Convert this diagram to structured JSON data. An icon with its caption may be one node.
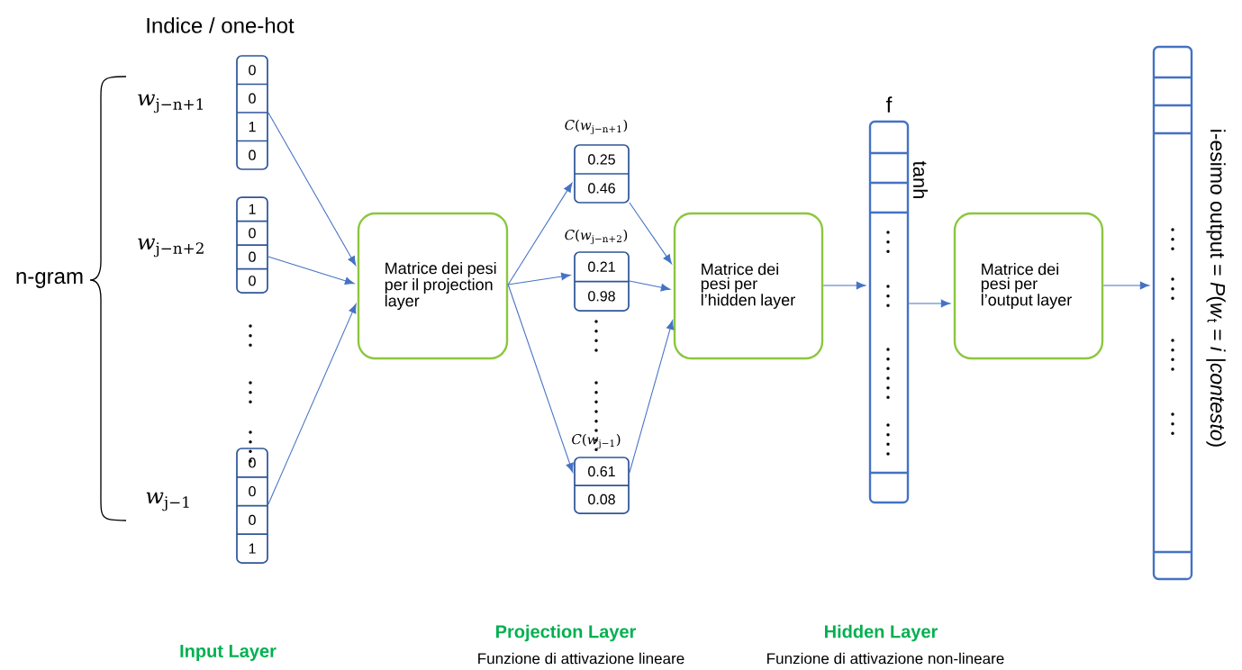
{
  "diagram": {
    "nodes": [
      {
        "text": [
          "0",
          "0",
          "1",
          "0"
        ],
        "beside": [
          "*w*$_{j−n+1}$"
        ]
      },
      {
        "text": [
          "1",
          "0",
          "0",
          "0"
        ],
        "beside": [
          "*w*$_{j−n+2}$"
        ]
      },
      {
        "text": [
          "0",
          "0",
          "0",
          "1"
        ],
        "beside": [
          "*w*$_{j−1}$"
        ]
      },
      {
        "text": [
          "Matrice dei pesi per il projection layer"
        ]
      },
      {
        "text": [
          "0.25",
          "0.46"
        ],
        "beside": [
          "*C*(*w*$_{j−n+1}$)"
        ]
      },
      {
        "text": [
          "0.21",
          "0.98"
        ],
        "beside": [
          "*C*(*w*$_{j−n+2}$)"
        ]
      },
      {
        "text": [
          "0.61",
          "0.08"
        ],
        "beside": [
          "*C*(*w*$_{j−1}$)"
        ]
      },
      {
        "text": [
          "Matrice dei pesi per l’hidden layer"
        ]
      },
      {
        "text": [],
        "shape": "bar",
        "beside": [
          "f",
          "tanh"
        ]
      },
      {
        "text": [
          "Matrice dei pesi per l’output layer"
        ]
      },
      {
        "text": [],
        "shape": "bar",
        "beside": [
          "i-esimo output = *P*(*w*$_{t}$ = *i* |*contesto*)"
        ]
      }
    ],
    "edges": [
      {
        "from": 0,
        "to": 3,
        "arrow": "to"
      },
      {
        "from": 1,
        "to": 3,
        "arrow": "to"
      },
      {
        "from": 2,
        "to": 3,
        "arrow": "to"
      },
      {
        "from": 3,
        "to": 4,
        "arrow": "to"
      },
      {
        "from": 3,
        "to": 5,
        "arrow": "to"
      },
      {
        "from": 3,
        "to": 6,
        "arrow": "to"
      },
      {
        "from": 4,
        "to": 7,
        "arrow": "to"
      },
      {
        "from": 5,
        "to": 7,
        "arrow": "to"
      },
      {
        "from": 6,
        "to": 7,
        "arrow": "to"
      },
      {
        "from": 7,
        "to": 8,
        "arrow": "to"
      },
      {
        "from": 8,
        "to": 9,
        "arrow": "to"
      },
      {
        "from": 9,
        "to": 10,
        "arrow": "to"
      }
    ],
    "labels": [
      "Indice / one-hot",
      "n-gram",
      "Input Layer",
      "Projection Layer",
      "Funzione di attivazione lineare",
      "Hidden Layer",
      "Funzione di attivazione non-lineare"
    ]
  }
}
